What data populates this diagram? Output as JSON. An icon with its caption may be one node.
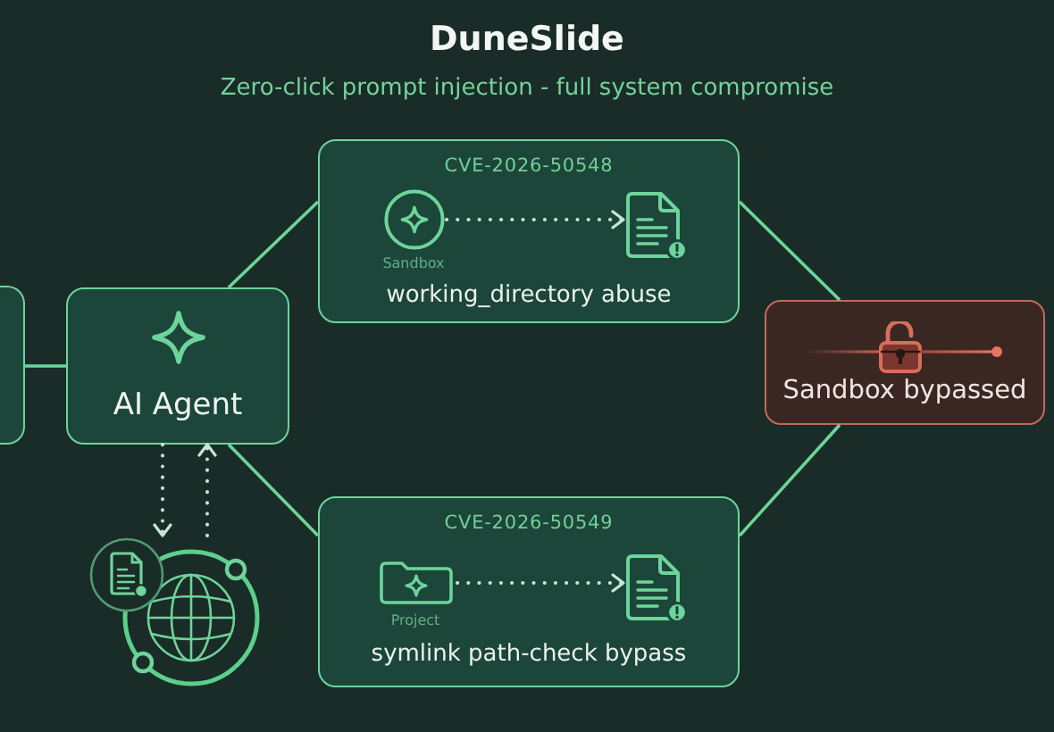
{
  "diagram": {
    "title": "DuneSlide",
    "nodes": [
      {
        "text": [
          "CVE-2026-50548",
          "working_directory abuse"
        ]
      },
      {
        "text": [
          "Sandbox"
        ],
        "in": 0
      },
      {
        "text": [],
        "shape": "document",
        "in": 0
      },
      {
        "text": [],
        "shape": "box"
      },
      {
        "text": [
          "AI Agent"
        ]
      },
      {
        "text": [
          "Sandbox bypassed"
        ]
      },
      {
        "text": [],
        "shape": "picture"
      },
      {
        "text": [
          "CVE-2026-50549",
          "symlink path-check bypass"
        ]
      },
      {
        "text": [
          "Project"
        ],
        "in": 7
      },
      {
        "text": [],
        "shape": "document",
        "in": 7
      }
    ],
    "edges": [
      {
        "from": 3,
        "to": 4,
        "arrow": "none"
      },
      {
        "from": 4,
        "to": 0,
        "arrow": "none"
      },
      {
        "from": 4,
        "to": 7,
        "arrow": "none"
      },
      {
        "from": 1,
        "to": 2,
        "arrow": "to",
        "style": "dashed",
        "color": "#c6e8d3"
      },
      {
        "from": 0,
        "to": 5,
        "arrow": "none"
      },
      {
        "from": 7,
        "to": 5,
        "arrow": "none"
      },
      {
        "from": 4,
        "to": 6,
        "arrow": "to",
        "style": "dashed",
        "color": "#c6e8d3"
      },
      {
        "from": 6,
        "to": 4,
        "arrow": "to",
        "style": "dashed",
        "color": "#c6e8d3"
      },
      {
        "from": 8,
        "to": 9,
        "arrow": "to",
        "style": "dashed",
        "color": "#c6e8d3"
      }
    ],
    "labels": [
      "Zero-click prompt injection - full system compromise"
    ]
  }
}
